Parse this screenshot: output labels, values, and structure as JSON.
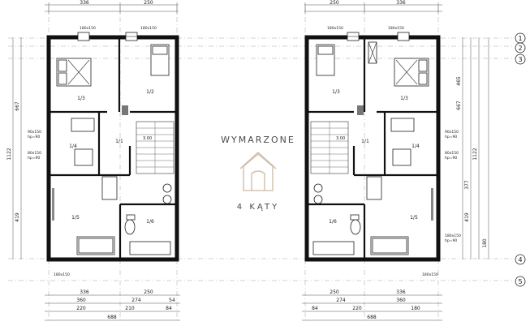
{
  "watermark": {
    "line1": "WYMARZONE",
    "line2": "4 KĄTY",
    "color": "#c7b39b"
  },
  "axes": [
    "1",
    "2",
    "3",
    "4",
    "5"
  ],
  "top_dims": {
    "left": [
      "336",
      "250"
    ],
    "right": [
      "250",
      "336"
    ]
  },
  "bottom_dims": {
    "left_row1": [
      "336",
      "250"
    ],
    "left_row2": [
      "360",
      "274",
      "54"
    ],
    "left_row3": [
      "220",
      "210",
      "84"
    ],
    "left_total": "688",
    "right_row1": [
      "250",
      "336"
    ],
    "right_row2": [
      "274",
      "360"
    ],
    "right_row3": [
      "84",
      "220",
      "180"
    ],
    "right_total": "688"
  },
  "side_dims": {
    "left_outer": "1122",
    "left_upper": "667",
    "left_lower": "419",
    "right_upper": "465",
    "right_mid": "667",
    "right_a": "377",
    "right_b": "419",
    "right_outer": "1122",
    "right_small": "180"
  },
  "windows": {
    "w_180x150": "180x150",
    "hp_90": "hp=90",
    "w_90x150": "90x150",
    "w_80x150": "80x150"
  },
  "rooms_left": [
    "1/3",
    "1/2",
    "1/4",
    "1/1",
    "1/5",
    "1/6"
  ],
  "rooms_right": [
    "1/3",
    "1/3",
    "1/4",
    "1/1",
    "1/5",
    "1/6"
  ],
  "stair_labels": [
    "3.00",
    "3.00"
  ]
}
